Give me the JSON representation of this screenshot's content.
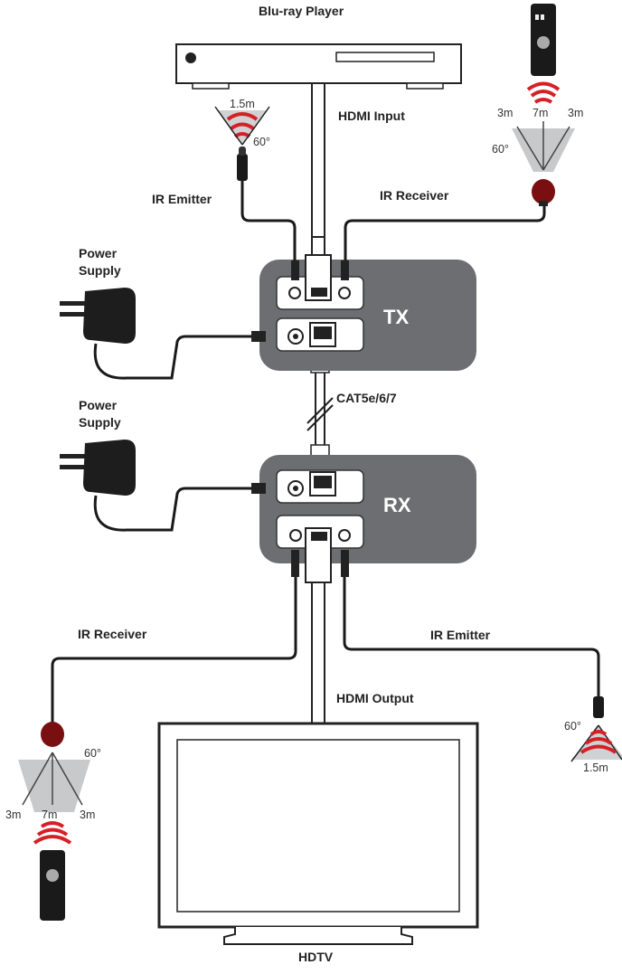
{
  "labels": {
    "bluray": "Blu-ray Player",
    "hdmi_input": "HDMI Input",
    "ir_emitter_top": "IR Emitter",
    "ir_receiver_top": "IR Receiver",
    "power_supply_top_1": "Power",
    "power_supply_top_2": "Supply",
    "power_supply_bottom_1": "Power",
    "power_supply_bottom_2": "Supply",
    "tx": "TX",
    "rx": "RX",
    "cable": "CAT5e/6/7",
    "ir_receiver_bottom": "IR Receiver",
    "ir_emitter_bottom": "IR Emitter",
    "hdmi_output": "HDMI Output",
    "hdtv": "HDTV"
  },
  "ir_specs": {
    "emitter_top_range": "1.5m",
    "emitter_top_angle": "60°",
    "receiver_top_left": "3m",
    "receiver_top_center": "7m",
    "receiver_top_right": "3m",
    "receiver_top_angle": "60°",
    "receiver_bottom_angle": "60°",
    "receiver_bottom_left": "3m",
    "receiver_bottom_center": "7m",
    "receiver_bottom_right": "3m",
    "emitter_bottom_angle": "60°",
    "emitter_bottom_range": "1.5m"
  },
  "colors": {
    "extender_box": "#6d6e71",
    "cable": "#1a1a1a",
    "ir_wave": "#d71f26",
    "receiver_bulb": "#7a0f12",
    "cone": "#c8c9cb"
  }
}
